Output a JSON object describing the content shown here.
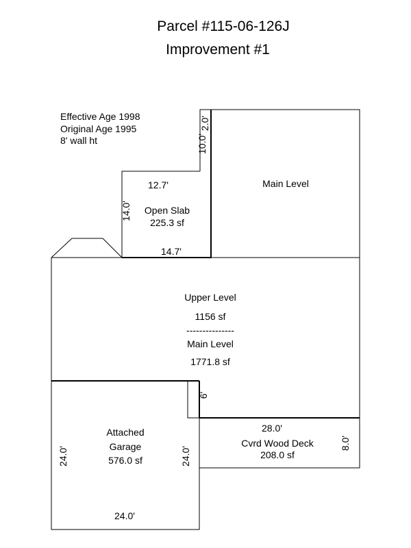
{
  "header": {
    "parcel": "Parcel #115-06-126J",
    "improvement": "Improvement #1"
  },
  "info": {
    "effective_age": "Effective Age 1998",
    "original_age": "Original Age 1995",
    "wall_height": "8' wall ht"
  },
  "areas": {
    "main_level_top": "Main Level",
    "open_slab": {
      "name": "Open Slab",
      "area": "225.3 sf"
    },
    "house": {
      "upper_name": "Upper Level",
      "upper_area": "1156 sf",
      "separator": "---------------",
      "main_name": "Main Level",
      "main_area": "1771.8 sf"
    },
    "garage": {
      "name_line1": "Attached",
      "name_line2": "Garage",
      "area": "576.0 sf"
    },
    "deck": {
      "name": "Cvrd Wood Deck",
      "area": "208.0 sf"
    }
  },
  "dimensions": {
    "slab_top": "12.7'",
    "slab_bottom": "14.7'",
    "slab_left": "14.0'",
    "stem_width": "2.0'",
    "stem_height": "10.0'",
    "notch": "6'",
    "deck_width": "28.0'",
    "deck_depth": "8.0'",
    "garage_left": "24.0'",
    "garage_right": "24.0'",
    "garage_bottom": "24.0'"
  }
}
